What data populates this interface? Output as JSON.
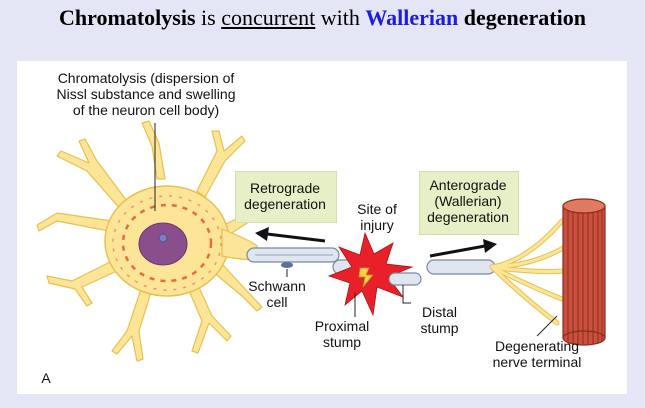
{
  "title": {
    "word_chromatolysis": "Chromatolysis",
    "word_is": " is ",
    "word_concurrent": "concurrent",
    "word_with": " with ",
    "word_wallerian": "Wallerian",
    "word_degeneration": " degeneration"
  },
  "labels": {
    "chromatolysis": "Chromatolysis (dispersion of\nNissl substance and swelling\nof the neuron cell body)",
    "retrograde": "Retrograde\ndegeneration",
    "site": "Site of\ninjury",
    "anterograde": "Anterograde\n(Wallerian)\ndegeneration",
    "schwann": "Schwann\ncell",
    "proximal": "Proximal\nstump",
    "distal": "Distal\nstump",
    "terminal": "Degenerating\nnerve terminal",
    "panel_letter": "A"
  },
  "colors": {
    "page_bg": "#e4e6f6",
    "title_accent": "#1d1ce0",
    "neuron_fill": "#fce596",
    "neuron_stroke": "#e8c050",
    "nucleus": "#8b4e8d",
    "label_box": "#e6efc6",
    "injury": "#e8202a",
    "muscle": "#c8503c"
  }
}
